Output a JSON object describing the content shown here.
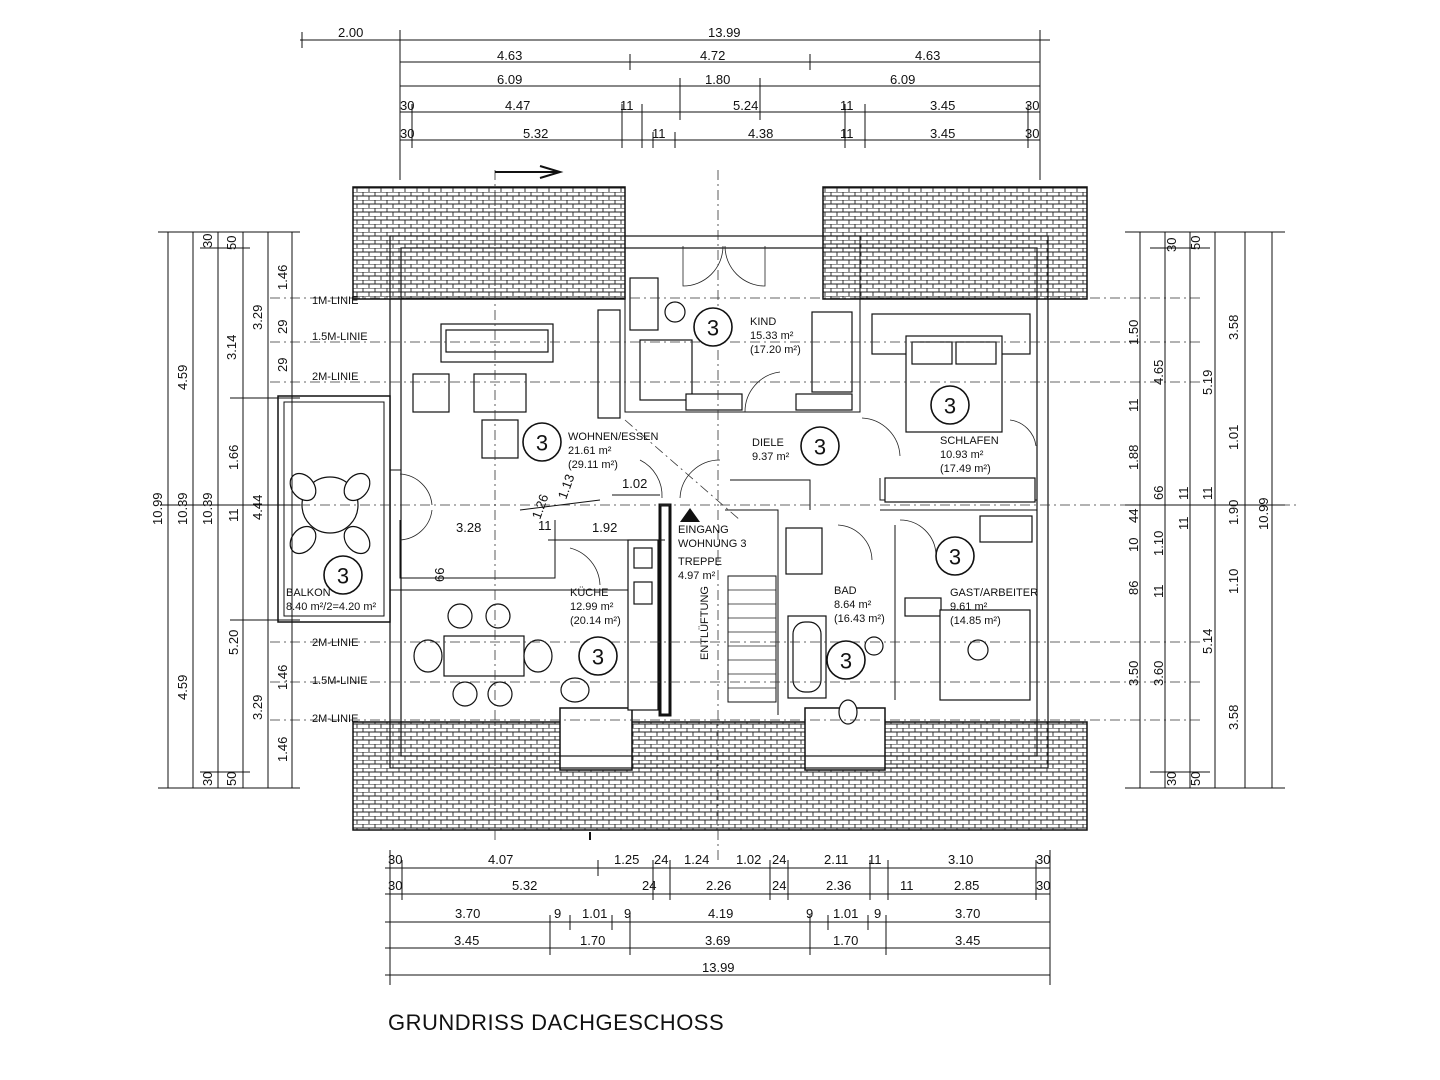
{
  "title": "GRUNDRISS DACHGESCHOSS",
  "unit_number": "3",
  "rooms": {
    "wohnen": {
      "name": "WOHNEN/ESSEN",
      "area": "21.61 m²",
      "area2": "(29.11 m²)"
    },
    "kind": {
      "name": "KIND",
      "area": "15.33 m²",
      "area2": "(17.20 m²)"
    },
    "schlafen": {
      "name": "SCHLAFEN",
      "area": "10.93 m²",
      "area2": "(17.49 m²)"
    },
    "diele": {
      "name": "DIELE",
      "area": "9.37 m²"
    },
    "kueche": {
      "name": "KÜCHE",
      "area": "12.99 m²",
      "area2": "(20.14 m²)"
    },
    "bad": {
      "name": "BAD",
      "area": "8.64 m²",
      "area2": "(16.43 m²)"
    },
    "gast": {
      "name": "GAST/ARBEITER",
      "area": "9.61 m²",
      "area2": "(14.85 m²)"
    },
    "balkon": {
      "name": "BALKON",
      "area": "8.40 m²/2=4.20 m²"
    },
    "treppe": {
      "l1": "EINGANG",
      "l2": "WOHNUNG 3",
      "l3": "TREPPE",
      "area": "4.97 m²"
    }
  },
  "lines": {
    "m1": "1M-LINIE",
    "m15": "1.5M-LINIE",
    "m2": "2M-LINIE"
  },
  "stair_label": "ENTLÜFTUNG",
  "dims_top": {
    "r1": [
      "2.00",
      "13.99"
    ],
    "r2": [
      "4.63",
      "4.72",
      "4.63"
    ],
    "r3": [
      "6.09",
      "1.80",
      "6.09"
    ],
    "r4": [
      "30",
      "4.47",
      "11",
      "5.24",
      "11",
      "3.45",
      "30"
    ],
    "r5": [
      "30",
      "5.32",
      "11",
      "4.38",
      "11",
      "3.45",
      "30"
    ]
  },
  "dims_bottom": {
    "r1": [
      "30",
      "4.07",
      "1.25",
      "24",
      "1.24",
      "1.02",
      "24",
      "2.11",
      "11",
      "3.10",
      "30"
    ],
    "r2": [
      "30",
      "5.32",
      "24",
      "2.26",
      "24",
      "2.36",
      "11",
      "2.85",
      "30"
    ],
    "r3": [
      "3.70",
      "9",
      "1.01",
      "9",
      "4.19",
      "9",
      "1.01",
      "9",
      "3.70"
    ],
    "r4": [
      "3.45",
      "1.70",
      "3.69",
      "1.70",
      "3.45"
    ],
    "r5": [
      "13.99"
    ]
  },
  "dims_left": [
    "10.99",
    "4.59",
    "10.39",
    "3.14",
    "10.39",
    "3.29",
    "1.46",
    "29",
    "29",
    "1.66",
    "4.44",
    "11",
    "5.20",
    "4.59",
    "1.46",
    "3.29",
    "1.46",
    "30",
    "50",
    "30",
    "50",
    "3.28",
    "1.26",
    "1.13",
    "1.02",
    "1.92",
    "66",
    "11"
  ],
  "dims_right": [
    "1.50",
    "4.65",
    "3.58",
    "5.19",
    "11",
    "1.88",
    "1.01",
    "66",
    "11",
    "1.90",
    "10.99",
    "44",
    "10",
    "1.10",
    "11",
    "86",
    "1.10",
    "3.50",
    "3.60",
    "5.14",
    "3.58",
    "30",
    "50",
    "30",
    "50",
    "11",
    "11"
  ]
}
